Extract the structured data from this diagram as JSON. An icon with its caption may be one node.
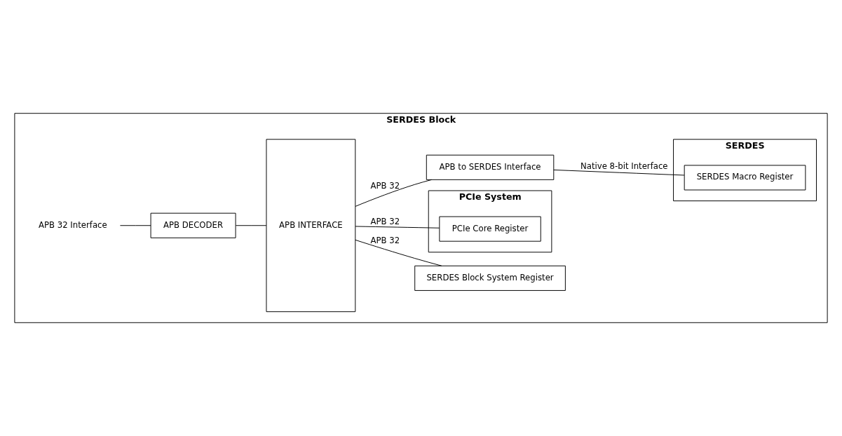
{
  "diagram": {
    "nodes": [
      {
        "text": [
          "SERDES Block"
        ]
      },
      {
        "text": [
          "APB 32 Interface"
        ],
        "in": 0
      },
      {
        "text": [
          "APB DECODER"
        ],
        "in": 0
      },
      {
        "text": [
          "APB INTERFACE"
        ],
        "in": 0
      },
      {
        "text": [
          "SERDES Block System Register"
        ],
        "in": 0
      },
      {
        "text": [
          "PCIe System"
        ],
        "in": 0
      },
      {
        "text": [
          "PCIe Core Register"
        ],
        "in": 5
      },
      {
        "text": [
          "APB to SERDES Interface"
        ],
        "in": 0
      },
      {
        "text": [
          "SERDES"
        ],
        "in": 0
      },
      {
        "text": [
          "SERDES Macro Register"
        ],
        "in": 8
      }
    ],
    "edges": [
      {
        "from": 1,
        "to": 2,
        "arrow": "none"
      },
      {
        "from": 2,
        "to": 3,
        "arrow": "none"
      },
      {
        "from": 3,
        "to": 4,
        "arrow": "none",
        "label": "APB 32"
      },
      {
        "from": 3,
        "to": 6,
        "arrow": "none",
        "label": "APB 32"
      },
      {
        "from": 3,
        "to": 7,
        "arrow": "none",
        "label": "APB 32"
      },
      {
        "from": 7,
        "to": 9,
        "arrow": "none",
        "label": "Native 8-bit Interface"
      }
    ]
  }
}
